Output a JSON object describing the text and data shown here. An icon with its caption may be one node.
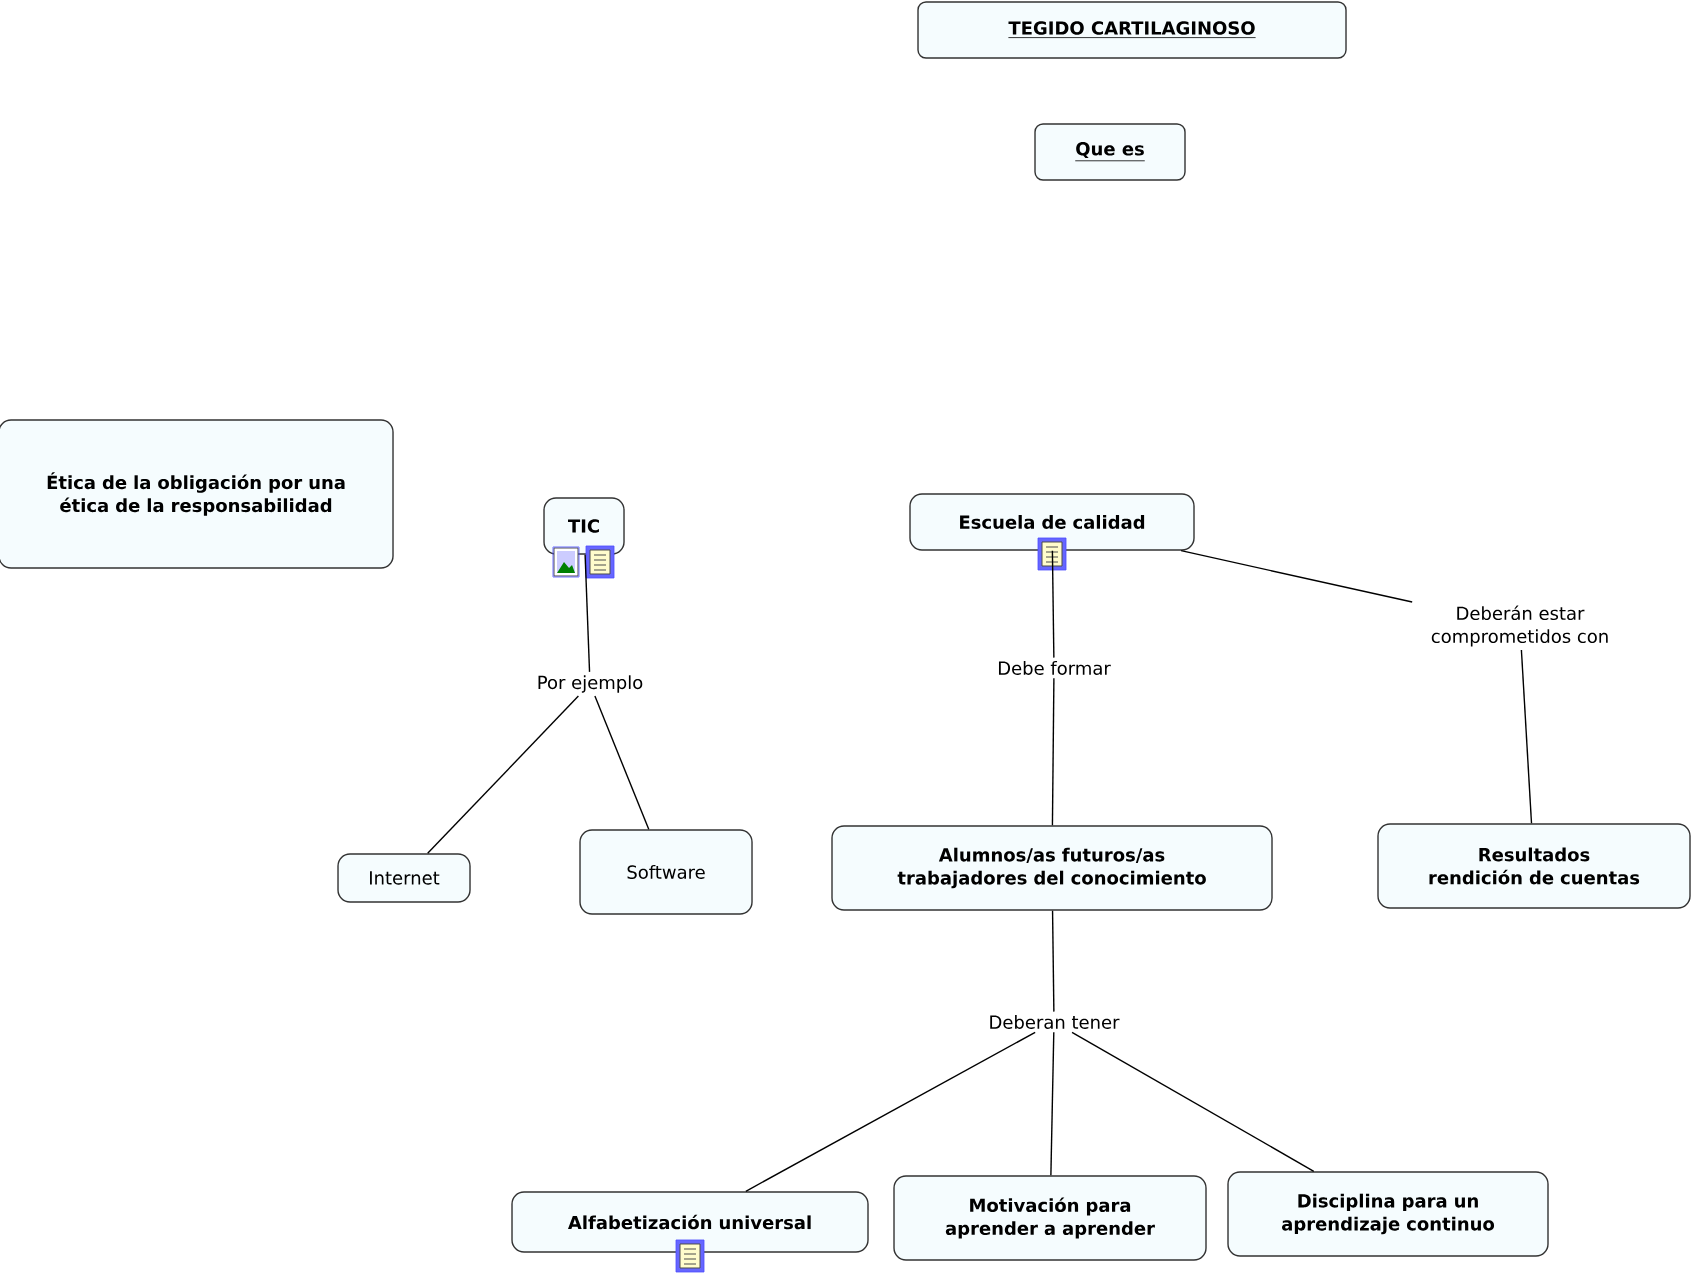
{
  "diagram": {
    "nodes": [
      {
        "text": [
          "TEGIDO CARTILAGINOSO"
        ]
      },
      {
        "text": [
          "Que es"
        ]
      },
      {
        "text": [
          "Ética de la obligación por una ética de la responsabilidad"
        ]
      },
      {
        "text": [
          "TIC"
        ]
      },
      {
        "text": [
          "Escuela de calidad"
        ]
      },
      {
        "text": [
          "Por ejemplo"
        ]
      },
      {
        "text": [
          "Debe formar"
        ]
      },
      {
        "text": [
          "Deberán estar comprometidos con"
        ]
      },
      {
        "text": [
          "Internet"
        ]
      },
      {
        "text": [
          "Software"
        ]
      },
      {
        "text": [
          "Alumnos/as futuros/as trabajadores del conocimiento"
        ]
      },
      {
        "text": [
          "Resultados rendición de cuentas"
        ]
      },
      {
        "text": [
          "Deberan tener"
        ]
      },
      {
        "text": [
          "Alfabetización universal"
        ]
      },
      {
        "text": [
          "Motivación para aprender a aprender"
        ]
      },
      {
        "text": [
          "Disciplina para un aprendizaje continuo"
        ]
      }
    ],
    "edges": [
      {
        "from": 3,
        "to": 5,
        "arrow": "none"
      },
      {
        "from": 5,
        "to": 8,
        "arrow": "none"
      },
      {
        "from": 5,
        "to": 9,
        "arrow": "none"
      },
      {
        "from": 4,
        "to": 6,
        "arrow": "none"
      },
      {
        "from": 6,
        "to": 10,
        "arrow": "none"
      },
      {
        "from": 4,
        "to": 7,
        "arrow": "none"
      },
      {
        "from": 7,
        "to": 11,
        "arrow": "none"
      },
      {
        "from": 10,
        "to": 12,
        "arrow": "none"
      },
      {
        "from": 12,
        "to": 13,
        "arrow": "none"
      },
      {
        "from": 12,
        "to": 14,
        "arrow": "none"
      },
      {
        "from": 12,
        "to": 15,
        "arrow": "none"
      }
    ]
  }
}
